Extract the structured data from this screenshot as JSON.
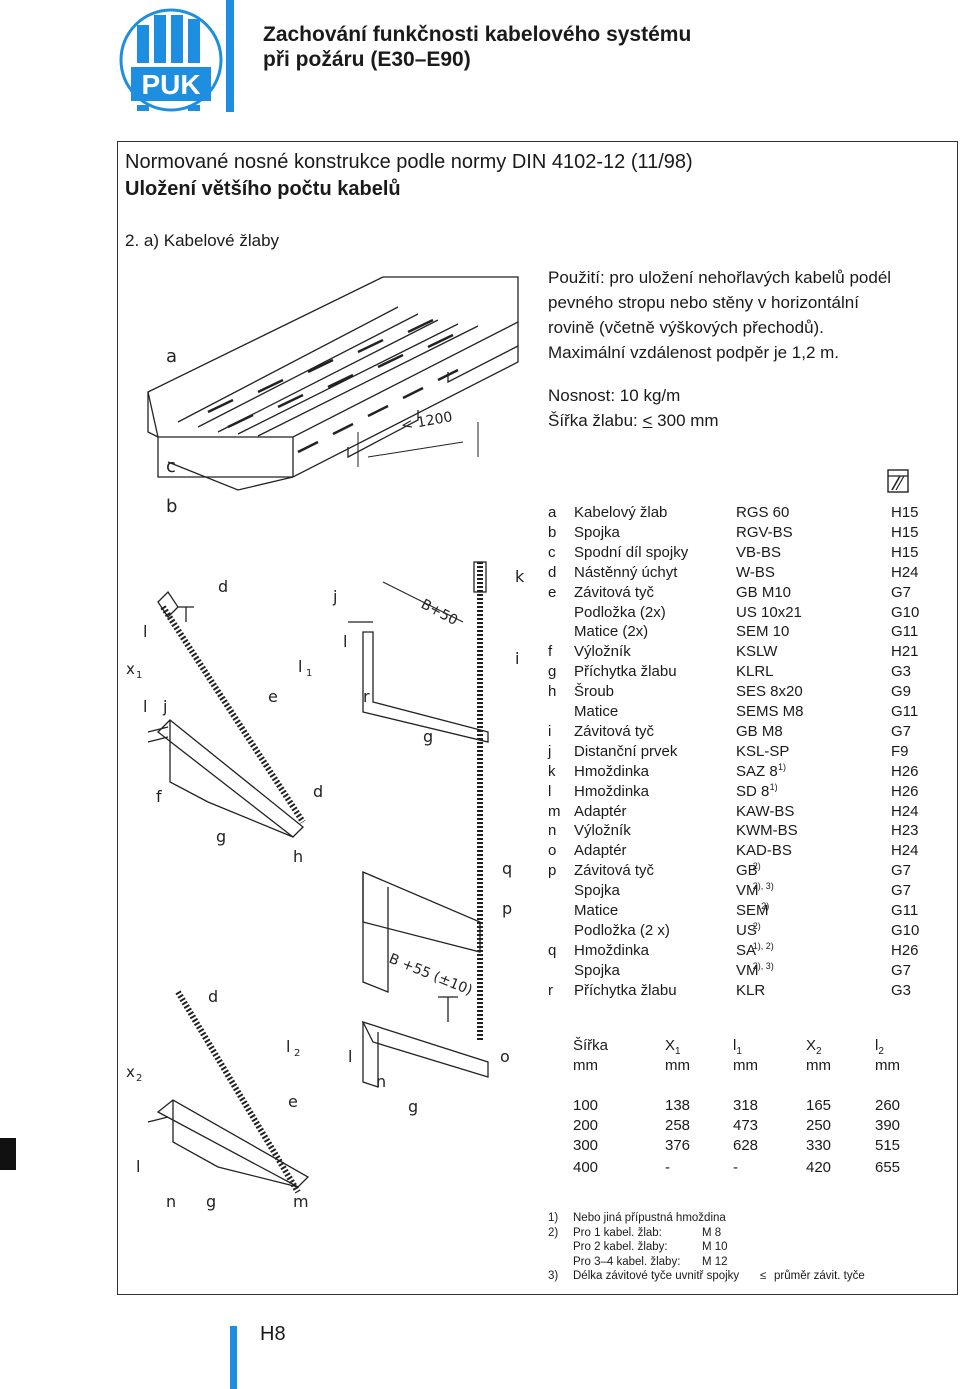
{
  "logo": {
    "text": "PUK",
    "color": "#1e8fe0"
  },
  "header": {
    "line1": "Zachování funkčnosti kabelového systému",
    "line2": "při požáru (E30–E90)"
  },
  "standard": {
    "line1": "Normované nosné konstrukce podle normy DIN 4102-12 (11/98)",
    "line2": "Uložení většího počtu kabelů"
  },
  "section": "2. a) Kabelové žlaby",
  "usage": [
    "Použití: pro uložení nehořlavých kabelů podél",
    "pevného stropu nebo stěny v horizontální",
    "rovině (včetně výškových přechodů).",
    "Maximální vzdálenost podpěr je 1,2 m."
  ],
  "load": {
    "capacity": "Nosnost: 10 kg/m",
    "width_label": "Šířka žlabu:",
    "width_sym": "<",
    "width_value": "300 mm"
  },
  "fire_icon": "fire-protection-icon",
  "parts": [
    {
      "letter": "a",
      "name": "Kabelový žlab",
      "code": "RGS 60",
      "sup": "",
      "ref": "H15"
    },
    {
      "letter": "b",
      "name": "Spojka",
      "code": "RGV-BS",
      "sup": "",
      "ref": "H15"
    },
    {
      "letter": "c",
      "name": "Spodní díl spojky",
      "code": "VB-BS",
      "sup": "",
      "ref": "H15"
    },
    {
      "letter": "d",
      "name": "Nástěnný úchyt",
      "code": "W-BS",
      "sup": "",
      "ref": "H24"
    },
    {
      "letter": "e",
      "name": "Závitová tyč",
      "code": "GB M10",
      "sup": "",
      "ref": "G7"
    },
    {
      "letter": "",
      "name": "Podložka (2x)",
      "code": "US 10x21",
      "sup": "",
      "ref": "G10"
    },
    {
      "letter": "",
      "name": "Matice (2x)",
      "code": "SEM 10",
      "sup": "",
      "ref": "G11"
    },
    {
      "letter": "f",
      "name": "Výložník",
      "code": "KSLW",
      "sup": "",
      "ref": "H21"
    },
    {
      "letter": "g",
      "name": "Příchytka žlabu",
      "code": "KLRL",
      "sup": "",
      "ref": "G3"
    },
    {
      "letter": "h",
      "name": "Šroub",
      "code": "SES 8x20",
      "sup": "",
      "ref": "G9"
    },
    {
      "letter": "",
      "name": "Matice",
      "code": "SEMS M8",
      "sup": "",
      "ref": "G11"
    },
    {
      "letter": "i",
      "name": "Závitová tyč",
      "code": "GB M8",
      "sup": "",
      "ref": "G7"
    },
    {
      "letter": "j",
      "name": "Distanční prvek",
      "code": "KSL-SP",
      "sup": "",
      "ref": "F9"
    },
    {
      "letter": "k",
      "name": "Hmoždinka",
      "code": "SAZ 8",
      "sup": "1)",
      "ref": "H26"
    },
    {
      "letter": "l",
      "name": "Hmoždinka",
      "code": "SD 8",
      "sup": "1)",
      "ref": "H26"
    },
    {
      "letter": "m",
      "name": "Adaptér",
      "code": "KAW-BS",
      "sup": "",
      "ref": "H24"
    },
    {
      "letter": "n",
      "name": "Výložník",
      "code": "KWM-BS",
      "sup": "",
      "ref": "H23"
    },
    {
      "letter": "o",
      "name": "Adaptér",
      "code": "KAD-BS",
      "sup": "",
      "ref": "H24"
    },
    {
      "letter": "p",
      "name": "Závitová tyč",
      "code": "GB",
      "sup": "2)",
      "ref": "G7"
    },
    {
      "letter": "",
      "name": "Spojka",
      "code": "VM",
      "sup": "2), 3)",
      "ref": "G7"
    },
    {
      "letter": "",
      "name": "Matice",
      "code": "SEM",
      "sup": "2)",
      "ref": "G11"
    },
    {
      "letter": "",
      "name": "Podložka (2 x)",
      "code": "US",
      "sup": "2)",
      "ref": "G10"
    },
    {
      "letter": "q",
      "name": "Hmoždinka",
      "code": "SA",
      "sup": "1), 2)",
      "ref": "H26"
    },
    {
      "letter": "",
      "name": "Spojka",
      "code": "VM",
      "sup": "2), 3)",
      "ref": "G7"
    },
    {
      "letter": "r",
      "name": "Příchytka žlabu",
      "code": "KLR",
      "sup": "",
      "ref": "G3"
    }
  ],
  "dims": {
    "headers": [
      {
        "main": "Šířka",
        "sub": ""
      },
      {
        "main": "X",
        "sub": "1"
      },
      {
        "main": "l",
        "sub": "1"
      },
      {
        "main": "X",
        "sub": "2"
      },
      {
        "main": "l",
        "sub": "2"
      }
    ],
    "units": [
      "mm",
      "mm",
      "mm",
      "mm",
      "mm"
    ],
    "rows": [
      [
        "100",
        "138",
        "318",
        "165",
        "260"
      ],
      [
        "200",
        "258",
        "473",
        "250",
        "390"
      ],
      [
        "300",
        "376",
        "628",
        "330",
        "515"
      ],
      [
        "400",
        "-",
        "-",
        "420",
        "655"
      ]
    ]
  },
  "notes": [
    {
      "num": "1)",
      "text": "Nebo jiná přípustná hmoždina",
      "sub": "",
      "val": ""
    },
    {
      "num": "2)",
      "text": "Pro 1 kabel. žlab:",
      "sub": "",
      "val": "M 8"
    },
    {
      "num": "",
      "text": "Pro 2 kabel. žlaby:",
      "sub": "",
      "val": "M 10"
    },
    {
      "num": "",
      "text": "Pro 3–4 kabel. žlaby:",
      "sub": "",
      "val": "M 12"
    },
    {
      "num": "3)",
      "text": "Délka závitové tyče uvnitř spojky",
      "sub": "≤",
      "val": "průměr závit. tyče"
    }
  ],
  "drawing": {
    "labels": {
      "a": "a",
      "c": "c",
      "b": "b",
      "span": "< 1200",
      "d1": "d",
      "x1": "x",
      "x1s": "1",
      "l1": "l",
      "l1s": "1",
      "e1": "e",
      "f1": "f",
      "g1": "g",
      "h1": "h",
      "d2": "d",
      "j1": "j",
      "l_top": "l",
      "lft": "l",
      "ll": "l",
      "jj": "j",
      "b50": "B+50",
      "k": "k",
      "i": "i",
      "r": "r",
      "g2": "g",
      "q": "q",
      "p": "p",
      "b55": "B +55 (±10)",
      "d3": "d",
      "x2": "x",
      "x2s": "2",
      "l2": "l",
      "l2s": "2",
      "e2": "e",
      "l3": "l",
      "n1": "n",
      "g3": "g",
      "o": "o",
      "l4": "l",
      "n2": "n",
      "g4": "g",
      "m": "m"
    }
  },
  "page": "H8"
}
